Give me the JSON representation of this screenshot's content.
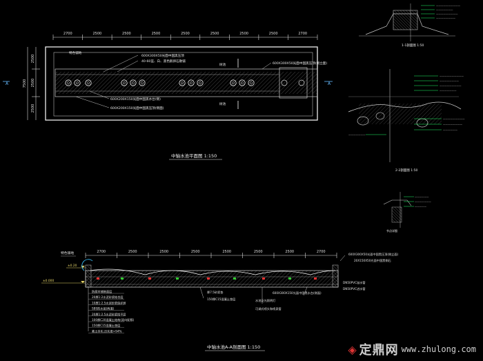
{
  "plan": {
    "title": "中轴水池平面图 1:150",
    "top_dims": [
      "2700",
      "2500",
      "2500",
      "2500",
      "2500",
      "2500",
      "2500",
      "2500",
      "2700"
    ],
    "left_dims": [
      "2500",
      "2500",
      "2500"
    ],
    "overall_left": "7500",
    "section_mark": "A",
    "notes": {
      "paving": "特色铺地",
      "n1": "600X300X50光面中国黑压顶",
      "n2": "40-60蓝、白、黑色鹅卵石散铺",
      "n3": "600X300X50光面中国黑压顶(侧立面)",
      "n4": "600X200X150光面中国黑水台(侧)",
      "n5": "600X200X150光面中国黑压顶(侧面)",
      "tree1": "树池",
      "tree2": "树池"
    }
  },
  "section": {
    "title": "中轴水池A-A剖面图 1:150",
    "label_left": "特色铺地",
    "elev1": "±0.20",
    "elev2": "±0.000",
    "dims": [
      "2700",
      "2500",
      "2500",
      "2500",
      "2500",
      "2500",
      "2500",
      "2700"
    ],
    "layers": [
      "防腐木铺装面层",
      "20厚1:2水泥砂浆结合层",
      "10厚1:2.5水泥砂浆保护层",
      "SBS防水层(两道)",
      "20厚1:2.5水泥砂浆找平层",
      "100厚C20混凝土结构(双向配筋)",
      "150厚C15混凝土垫层",
      "素土夯实,压实度>94%"
    ],
    "notes": {
      "r1": "600X300X50光面中国黑压顶(侧立面)",
      "r2": "20X150X50光面中国黑侧石",
      "r3": "DN50PVC溢水管",
      "r4": "DN50PVC进水管",
      "r5": "600X300X150光面中国黑水台(侧面)",
      "r6": "水池泛光照明灯",
      "r7": "可调式喷头和喷泉管",
      "m1": "厚7.5砂浆垫",
      "m2": "150厚C15混凝土垫层"
    }
  },
  "details": {
    "d1": "1-1剖面图 1:50",
    "d2": "2-2剖面图 1:50",
    "d3": "节点详图"
  },
  "watermark": {
    "text": "定鼎网",
    "url": "www.zhulong.com"
  }
}
